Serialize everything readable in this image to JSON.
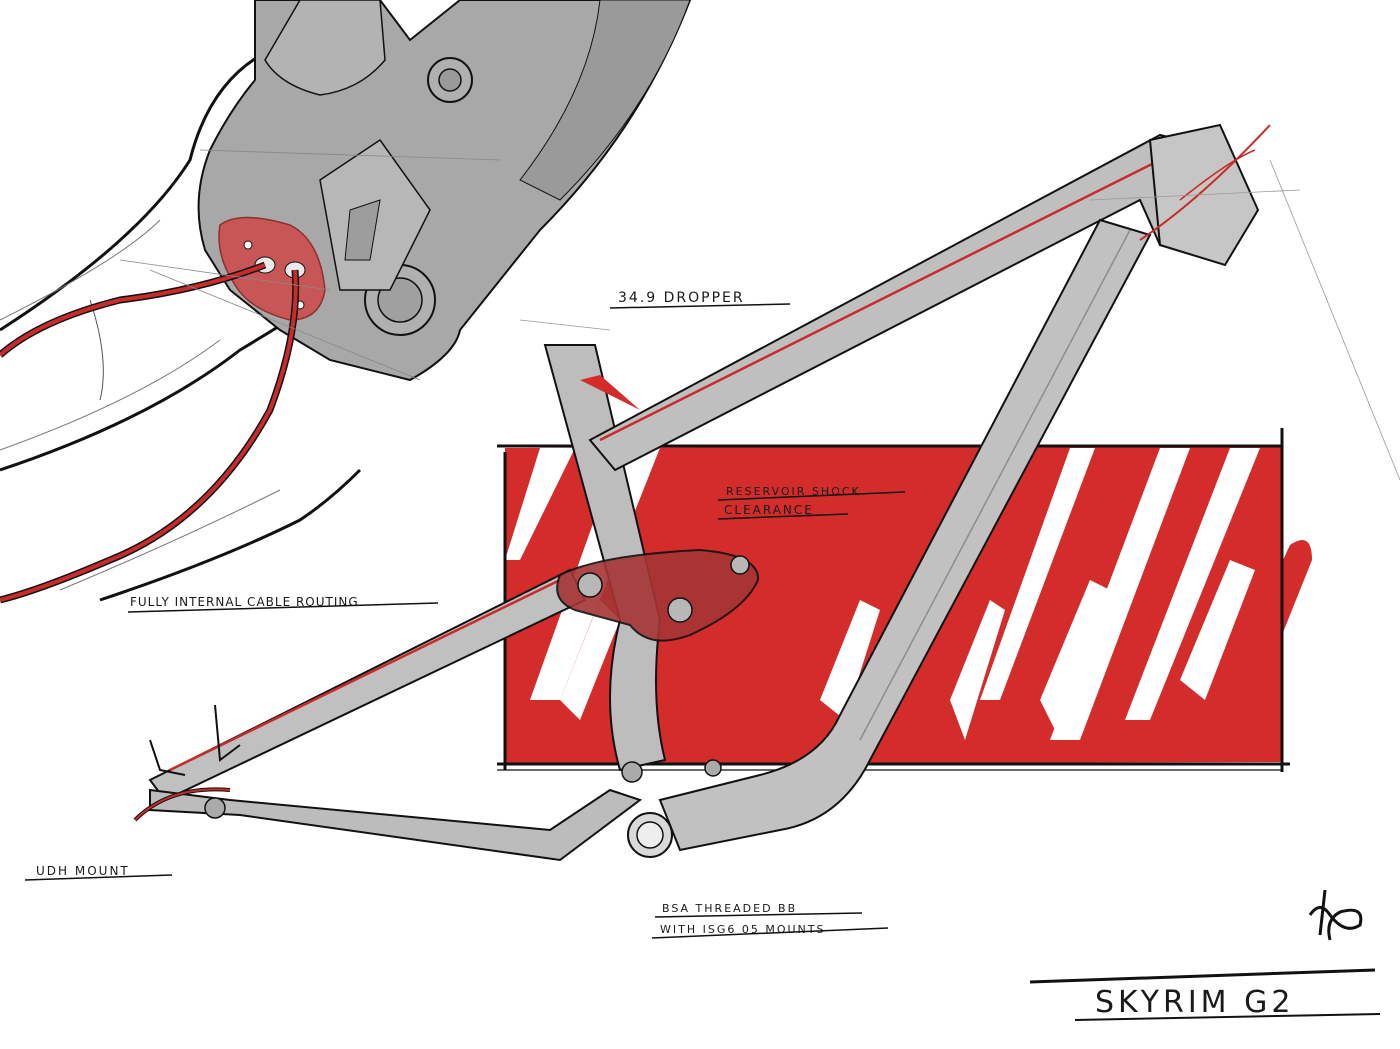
{
  "sheet": {
    "title": "SKYRIM G2",
    "annotations": {
      "dropper": "34.9 DROPPER",
      "shock_line1": "RESERVOIR SHOCK",
      "shock_line2": "CLEARANCE",
      "cable": "FULLY INTERNAL CABLE ROUTING",
      "udh": "UDH MOUNT",
      "bb_line1": "BSA THREADED BB",
      "bb_line2": "WITH ISG6 05 MOUNTS"
    }
  },
  "colors": {
    "frame_grey": "#a9a9a9",
    "frame_light": "#c7c7c7",
    "accent_red": "#d42b2b",
    "ink": "#111111"
  }
}
